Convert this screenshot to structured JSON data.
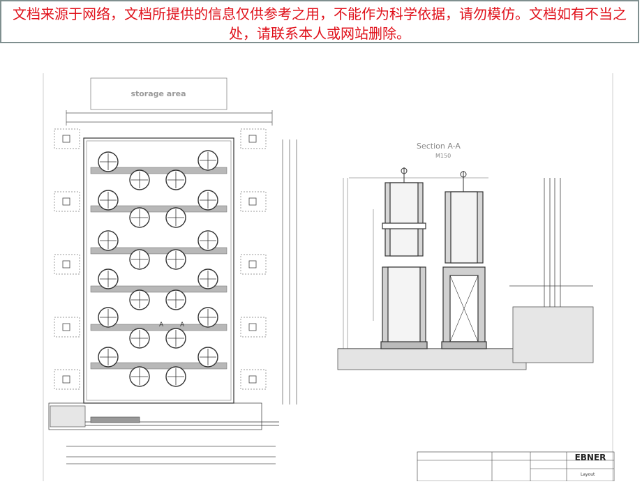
{
  "notice": {
    "text": "文档来源于网络，文档所提供的信息仅供参考之用，不能作为科学依据，请勿模仿。文档如有不当之处，请联系本人或网站删除。",
    "color": "#e0101a"
  },
  "drawing": {
    "storage_label": "storage area",
    "section_title": "Section A-A",
    "section_scale": "M150",
    "section_marker": "A",
    "title_block": {
      "company": "EBNER",
      "drawing_name": "Layout"
    }
  }
}
